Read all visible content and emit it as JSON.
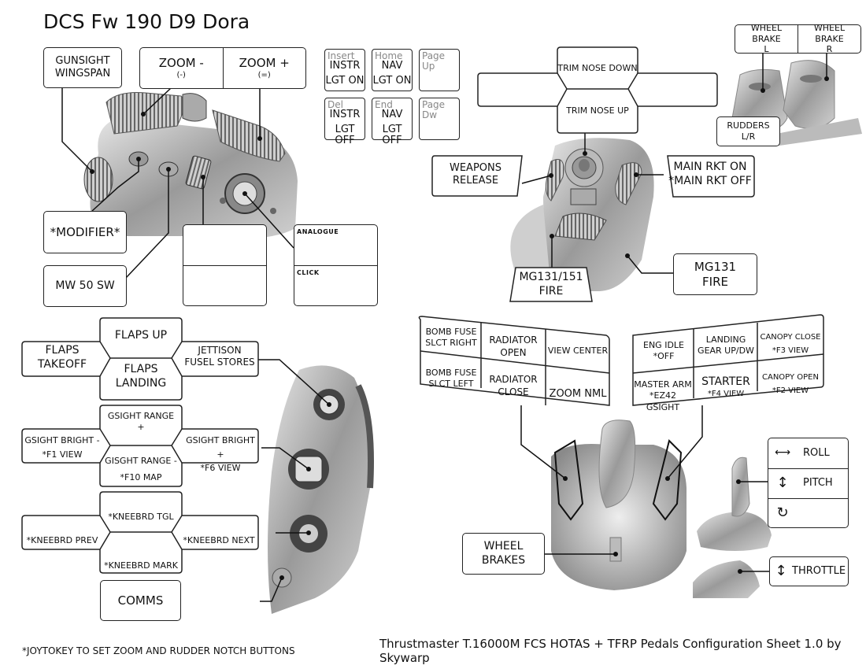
{
  "title": "DCS Fw 190 D9 Dora",
  "footer": {
    "note": "*JOYTOKEY TO SET ZOOM AND RUDDER NOTCH BUTTONS",
    "credit": "Thrustmaster T.16000M FCS HOTAS + TFRP Pedals Configuration Sheet 1.0 by Skywarp"
  },
  "throttle_top": {
    "gunsight_wingspan": [
      "GUNSIGHT",
      "WINGSPAN"
    ],
    "zoom_minus": {
      "label": "ZOOM -",
      "key": "(-)"
    },
    "zoom_plus": {
      "label": "ZOOM +",
      "key": "(=)"
    },
    "modifier": "*MODIFIER*",
    "mw50": "MW 50 SW",
    "hat_box": {
      "top": "",
      "bottom": ""
    },
    "analogue_box": {
      "analogue": "ANALOGUE",
      "click": "CLICK"
    }
  },
  "keyboard_keys": [
    {
      "key": "Insert",
      "line1": "INSTR",
      "line2": "LGT ON"
    },
    {
      "key": "Home",
      "line1": "NAV",
      "line2": "LGT ON"
    },
    {
      "key": "Page Up",
      "line1": "",
      "line2": ""
    },
    {
      "key": "Del",
      "line1": "INSTR",
      "line2": "LGT OFF"
    },
    {
      "key": "End",
      "line1": "NAV",
      "line2": "LGT OFF"
    },
    {
      "key": "Page Dw",
      "line1": "",
      "line2": ""
    }
  ],
  "stick_top": {
    "hat": {
      "up": "TRIM NOSE DOWN",
      "down": "TRIM NOSE UP",
      "left": "",
      "right": ""
    },
    "weapons_release": [
      "WEAPONS",
      "RELEASE"
    ],
    "main_rkt": [
      "MAIN RKT ON",
      "*MAIN RKT OFF"
    ],
    "trigger": [
      "MG131/151",
      "FIRE"
    ],
    "mg131": [
      "MG131",
      "FIRE"
    ]
  },
  "pedals": {
    "brake_left": [
      "WHEEL BRAKE",
      "L"
    ],
    "brake_right": [
      "WHEEL BRAKE",
      "R"
    ],
    "rudders": [
      "RUDDERS",
      "L/R"
    ]
  },
  "throttle_side": {
    "flaps_hat": {
      "up": "FLAPS UP",
      "left": [
        "FLAPS",
        "TAKEOFF"
      ],
      "down": [
        "FLAPS",
        "LANDING"
      ],
      "right": [
        "JETTISON",
        "FUSEL STORES"
      ]
    },
    "gsight_hat": {
      "up": "GSIGHT RANGE +",
      "left": [
        "GSIGHT BRIGHT -",
        "*F1 VIEW"
      ],
      "down": [
        "GISGHT RANGE -",
        "*F10 MAP"
      ],
      "right": [
        "GSIGHT BRIGHT +",
        "*F6 VIEW"
      ]
    },
    "kneebrd_hat": {
      "up": "*KNEEBRD TGL",
      "left": "*KNEEBRD PREV",
      "down": "*KNEEBRD MARK",
      "right": "*KNEEBRD NEXT"
    },
    "comms": "COMMS"
  },
  "base_left_grid": [
    [
      [
        "BOMB FUSE",
        "SLCT RIGHT"
      ],
      [
        "RADIATOR",
        "OPEN"
      ],
      [
        "VIEW CENTER"
      ]
    ],
    [
      [
        "BOMB FUSE",
        "SLCT LEFT"
      ],
      [
        "RADIATOR",
        "CLOSE"
      ],
      [
        "ZOOM NML"
      ]
    ]
  ],
  "base_right_grid": [
    [
      [
        "ENG IDLE",
        "*OFF"
      ],
      [
        "LANDING",
        "GEAR UP/DW"
      ],
      [
        "CANOPY CLOSE",
        "*F3 VIEW"
      ]
    ],
    [
      [
        "MASTER ARM",
        "*EZ42 GSIGHT"
      ],
      [
        "STARTER",
        "*F4 VIEW"
      ],
      [
        "CANOPY OPEN",
        "*F2 VIEW"
      ]
    ]
  ],
  "wheel_brakes": [
    "WHEEL",
    "BRAKES"
  ],
  "axes": {
    "roll": {
      "icon": "⟷",
      "label": "ROLL"
    },
    "pitch": {
      "icon": "↕",
      "label": "PITCH"
    },
    "twist": {
      "icon": "↻",
      "label": ""
    },
    "throttle": {
      "icon": "↕",
      "label": "THROTTLE"
    }
  }
}
